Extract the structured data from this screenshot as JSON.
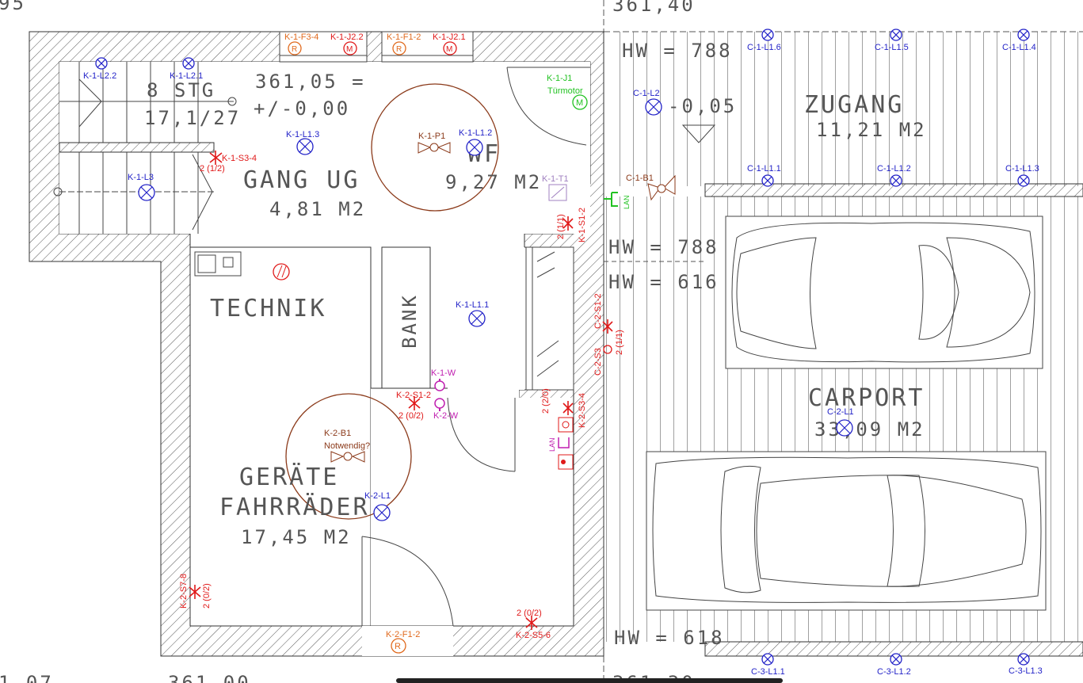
{
  "colors": {
    "light": "#2323c8",
    "switch": "#e01919",
    "motor": "#e01919",
    "orange": "#e06a1e",
    "green": "#22c222",
    "magenta": "#c01fb0",
    "brown": "#8b3a1a",
    "lavender": "#a080c0",
    "text": "#555555"
  },
  "rooms": {
    "stairs_name": "8 STG",
    "stairs_dim": "17,1/27",
    "level_value": "361,05 =",
    "level_zero": "+/-0,00",
    "gang_name": "GANG UG",
    "gang_area": "4,81 M2",
    "wf_name": "WF",
    "wf_area": "9,27 M2",
    "technik_name": "TECHNIK",
    "bank_name": "BANK",
    "geraete_name": "GERÄTE",
    "fahrraeder_name": "FAHRRÄDER",
    "geraete_area": "17,45 M2",
    "zugang_name": "ZUGANG",
    "zugang_area": "11,21 M2",
    "carport_name": "CARPORT",
    "carport_area": "33,09 M2",
    "zugang_level": "-0,05"
  },
  "dimensions": {
    "top_left": "95",
    "top_right": "361,40",
    "hw_788_top": "HW = 788",
    "hw_788_mid": "HW = 788",
    "hw_616": "HW = 616",
    "hw_618": "HW = 618",
    "bottom_left": "1,07",
    "bottom_mid": "361,00",
    "bottom_right": "361,30"
  },
  "fixtures": {
    "lights": [
      {
        "id": "K-1-L2.2"
      },
      {
        "id": "K-1-L2.1"
      },
      {
        "id": "K-1-L1.3"
      },
      {
        "id": "K-1-L3"
      },
      {
        "id": "K-1-L1.2"
      },
      {
        "id": "K-1-L1.1"
      },
      {
        "id": "K-2-L1"
      },
      {
        "id": "C-1-L2"
      },
      {
        "id": "C-1-L1.6"
      },
      {
        "id": "C-1-L1.5"
      },
      {
        "id": "C-1-L1.4"
      },
      {
        "id": "C-1-L1.1"
      },
      {
        "id": "C-1-L1.2"
      },
      {
        "id": "C-1-L1.3"
      },
      {
        "id": "C-2-L1"
      },
      {
        "id": "C-3-L1.1"
      },
      {
        "id": "C-3-L1.2"
      },
      {
        "id": "C-3-L1.3"
      }
    ],
    "switches": {
      "k1s34": "K-1-S3-4",
      "k1s34_sub": "2 (1/2)",
      "k1s12": "K-1-S1-2",
      "k1s12_sub": "2 (1/1)",
      "c2s12": "C-2-S1-2",
      "c2s12_sub": "2 (1/1)",
      "c2s3": "C-2-S3",
      "k2s12": "K-2-S1-2",
      "k2s12_sub": "2 (0/2)",
      "k2s34": "K-2-S3-4",
      "k2s34_sub": "2 (2/0)",
      "k2s78": "K-2-S7-8",
      "k2s78_sub": "2 (0/2)",
      "k2s56": "K-2-S5-6",
      "k2s56_sub": "2 (0/2)"
    },
    "outlets": {
      "k1f34": "K-1-F3-4",
      "k1j22": "K-1-J2.2",
      "k1f12": "K-1-F1-2",
      "k1j21": "K-1-J2.1",
      "k2f12": "K-2-F1-2",
      "r_glyph": "R",
      "m_glyph": "M"
    },
    "fans": {
      "k1p1": "K-1-P1",
      "c1b1": "C-1-B1",
      "k2b1": "K-2-B1",
      "k2b1_note": "Notwendig?"
    },
    "misc": {
      "k1j1": "K-1-J1",
      "tuermotor": "Türmotor",
      "k1t1": "K-1-T1",
      "lan": "LAN",
      "k1w": "K-1-W",
      "k2w": "K-2-W"
    }
  }
}
